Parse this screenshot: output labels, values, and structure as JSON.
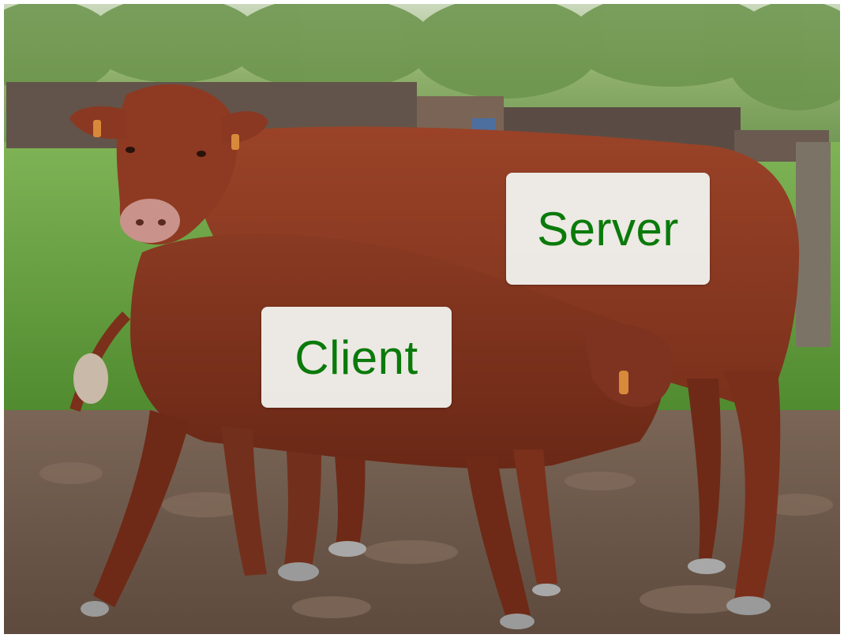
{
  "labels": {
    "server": "Server",
    "client": "Client",
    "text_color": "#0a7a0a"
  },
  "scene": {
    "subjects": [
      "cow",
      "calf"
    ],
    "colors": {
      "coat": "#8e3a22",
      "coat_dark": "#6e2a17",
      "grass": "#5f9e3a",
      "soil": "#6b5546",
      "woodpile": "#6a5a4e",
      "trees": "#7aa35a"
    }
  }
}
